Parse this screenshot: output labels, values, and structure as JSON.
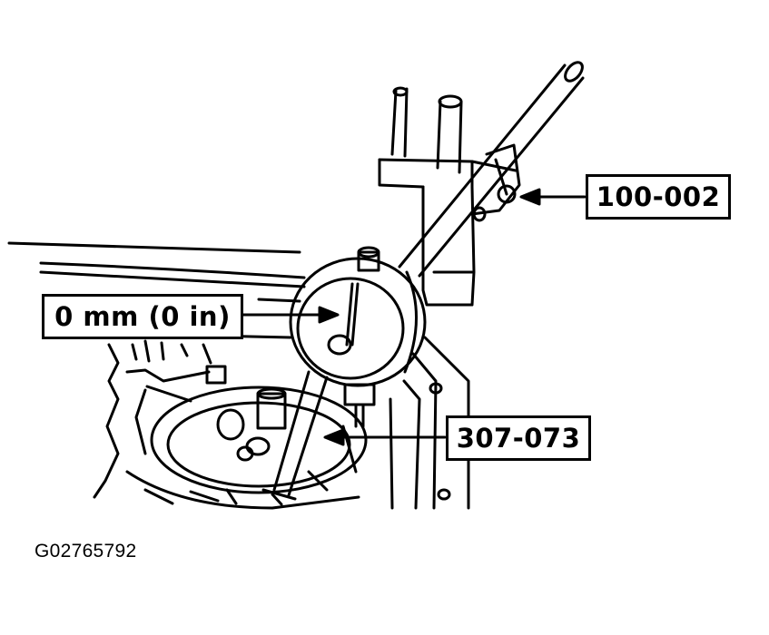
{
  "callouts": {
    "tool_100_002": "100-002",
    "dial_reading": "0 mm (0 in)",
    "tool_307_073": "307-073"
  },
  "figure_id": "G02765792"
}
